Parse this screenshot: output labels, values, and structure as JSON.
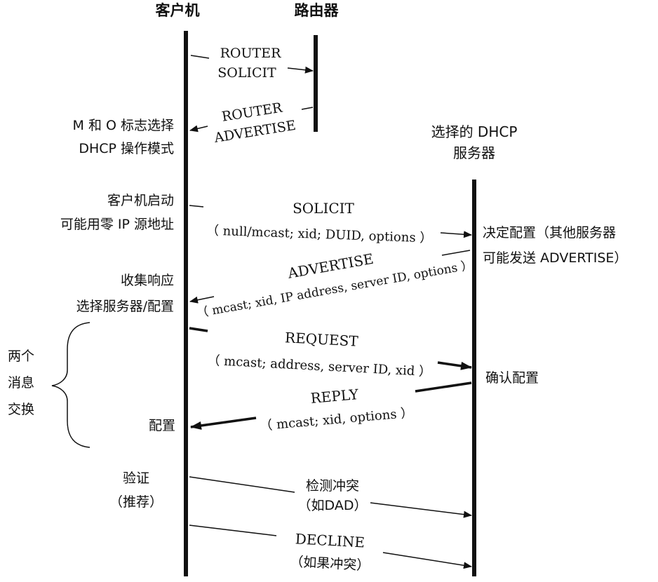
{
  "participants": {
    "client": "客户机",
    "router": "路由器",
    "server_line1": "选择的 DHCP",
    "server_line2": "服务器"
  },
  "messages": {
    "router_solicit": [
      "ROUTER",
      "SOLICIT"
    ],
    "router_advertise": [
      "ROUTER",
      "ADVERTISE"
    ],
    "solicit": [
      "SOLICIT",
      "（ null/mcast; xid; DUID, options ）"
    ],
    "advertise": [
      "ADVERTISE",
      "（ mcast; xid, IP address, server ID, options ）"
    ],
    "request": [
      "REQUEST",
      "（ mcast; address, server ID, xid ）"
    ],
    "reply": [
      "REPLY",
      "（ mcast; xid, options ）"
    ],
    "detect_conflict": [
      "检测冲突",
      "（如DAD）"
    ],
    "decline": [
      "DECLINE",
      "（如果冲突）"
    ]
  },
  "client_notes": {
    "mode_select": [
      "M 和 O 标志选择",
      "DHCP 操作模式"
    ],
    "start": [
      "客户机启动",
      "可能用零 IP 源地址"
    ],
    "collect": [
      "收集响应",
      "选择服务器/配置"
    ],
    "configure": "配置",
    "verify": [
      "验证",
      "（推荐）"
    ]
  },
  "server_notes": {
    "decide": [
      "决定配置（其他服务器",
      "可能发送 ADVERTISE）"
    ],
    "confirm": "确认配置"
  },
  "brace_label": [
    "两个",
    "消息",
    "交换"
  ]
}
